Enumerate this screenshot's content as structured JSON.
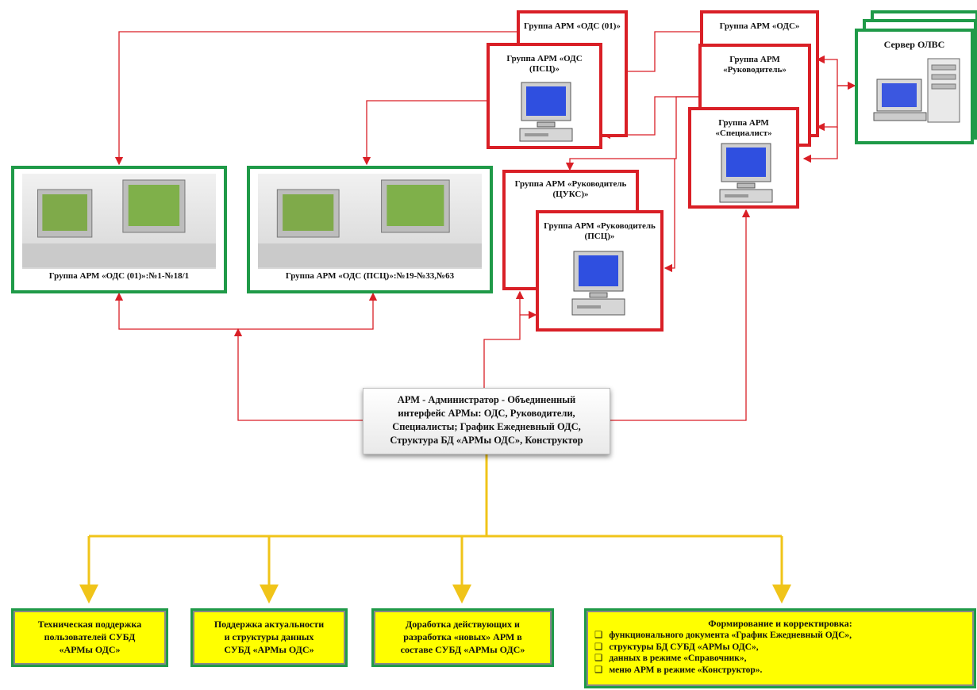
{
  "groups": {
    "ods01": "Группа АРМ «ОДС (01)»",
    "ods_psc": "Группа АРМ «ОДС (ПСЦ)»",
    "ods": "Группа АРМ «ОДС»",
    "rukovoditel": "Группа АРМ «Руководитель»",
    "specialist": "Группа АРМ «Специалист»",
    "ruk_tsuks": "Группа АРМ «Руководитель (ЦУКС)»",
    "ruk_psc": "Группа АРМ «Руководитель (ПСЦ)»"
  },
  "server": {
    "label": "Сервер ОЛВС"
  },
  "workstations": {
    "left_caption": "Группа АРМ «ОДС (01)»:№1-№18/1",
    "right_caption": "Группа АРМ «ОДС (ПСЦ)»:№19-№33,№63"
  },
  "admin": {
    "lines": [
      "АРМ - Администратор - Объединенный",
      "интерфейс АРМы: ОДС, Руководители,",
      "Специалисты; График Ежедневный ОДС,",
      "Структура БД «АРМы ОДС», Конструктор"
    ]
  },
  "tasks": [
    {
      "lines": [
        "Техническая поддержка",
        "пользователей СУБД",
        "«АРМы ОДС»"
      ]
    },
    {
      "lines": [
        "Поддержка актуальности",
        "и структуры данных",
        "СУБД «АРМы ОДС»"
      ]
    },
    {
      "lines": [
        "Доработка действующих и",
        "разработка «новых» АРМ в",
        "составе СУБД «АРМы ОДС»"
      ]
    }
  ],
  "forming": {
    "title": "Формирование и корректировка:",
    "items": [
      "функционального документа «График Ежедневный ОДС»,",
      "структуры БД СУБД «АРМы ОДС»,",
      "данных в режиме «Справочник»,",
      "меню АРМ в режиме «Конструктор»."
    ]
  },
  "colors": {
    "red": "#d91f26",
    "green": "#1f9a48",
    "yellow_line": "#f0c419",
    "task_fill": "#ffff00"
  }
}
